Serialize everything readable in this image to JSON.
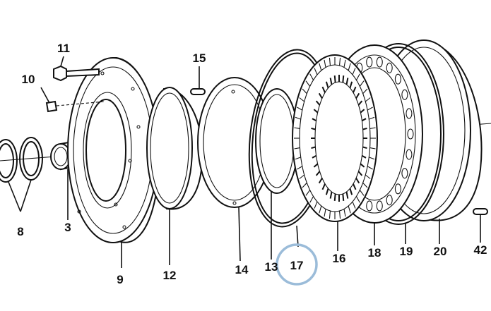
{
  "diagram": {
    "labels": {
      "p3": "3",
      "p8": "8",
      "p9": "9",
      "p10": "10",
      "p11": "11",
      "p12": "12",
      "p13": "13",
      "p14": "14",
      "p15": "15",
      "p16": "16",
      "p17": "17",
      "p18": "18",
      "p19": "19",
      "p20": "20",
      "p42": "42"
    },
    "highlight_color": "#9bbcd9",
    "line_color": "#111111"
  }
}
